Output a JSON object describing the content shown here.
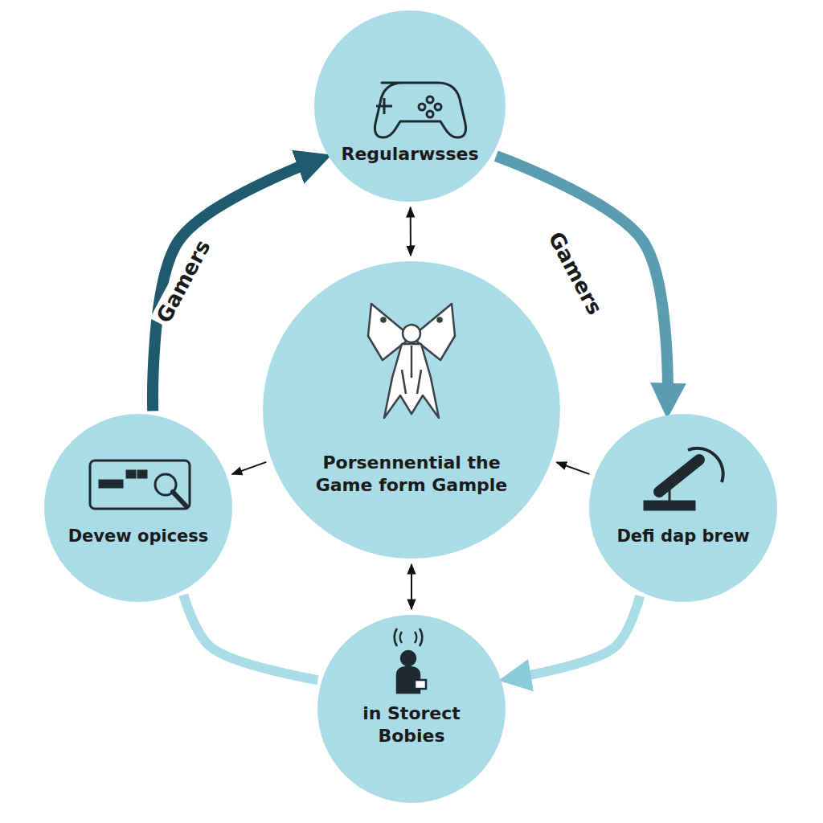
{
  "diagram": {
    "nodes": [
      {
        "text": [
          "Regularwsses"
        ]
      },
      {
        "text": [
          "Porsennential the Game form Gample"
        ]
      },
      {
        "text": [
          "Devew opicess"
        ]
      },
      {
        "text": [
          "Defi dap brew"
        ]
      },
      {
        "text": [
          "in Storect Bobies"
        ]
      }
    ],
    "edges": [
      {
        "from": 2,
        "to": 0,
        "arrow": "to",
        "label": "Gamers"
      },
      {
        "from": 0,
        "to": 3,
        "arrow": "to",
        "label": "Gamers"
      },
      {
        "from": 3,
        "to": 4,
        "arrow": "to"
      },
      {
        "from": 4,
        "to": 2,
        "arrow": "none"
      },
      {
        "from": 1,
        "to": 0,
        "arrow": "both"
      },
      {
        "from": 1,
        "to": 2,
        "arrow": "to"
      },
      {
        "from": 3,
        "to": 1,
        "arrow": "to"
      },
      {
        "from": 1,
        "to": 4,
        "arrow": "both"
      }
    ]
  }
}
